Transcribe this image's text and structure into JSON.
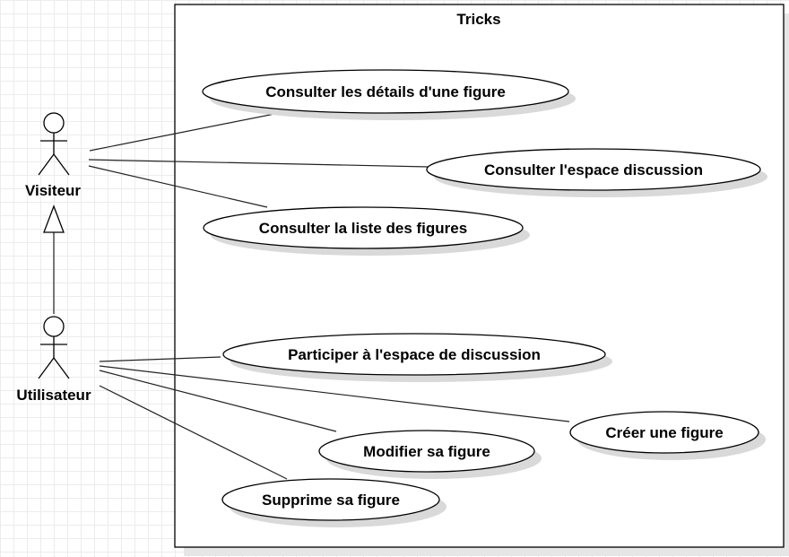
{
  "system": {
    "title": "Tricks"
  },
  "actors": {
    "visiteur": {
      "name": "Visiteur"
    },
    "utilisateur": {
      "name": "Utilisateur"
    }
  },
  "use_cases": [
    {
      "id": "uc-details",
      "label": "Consulter les détails d'une figure",
      "actor": "visiteur"
    },
    {
      "id": "uc-espace",
      "label": "Consulter l'espace discussion",
      "actor": "visiteur"
    },
    {
      "id": "uc-liste",
      "label": "Consulter la liste des figures",
      "actor": "visiteur"
    },
    {
      "id": "uc-participer",
      "label": "Participer à l'espace de discussion",
      "actor": "utilisateur"
    },
    {
      "id": "uc-creer",
      "label": "Créer une figure",
      "actor": "utilisateur"
    },
    {
      "id": "uc-modifier",
      "label": "Modifier sa figure",
      "actor": "utilisateur"
    },
    {
      "id": "uc-supprimer",
      "label": "Supprime sa figure",
      "actor": "utilisateur"
    }
  ],
  "generalization": {
    "child": "utilisateur",
    "parent": "visiteur"
  }
}
